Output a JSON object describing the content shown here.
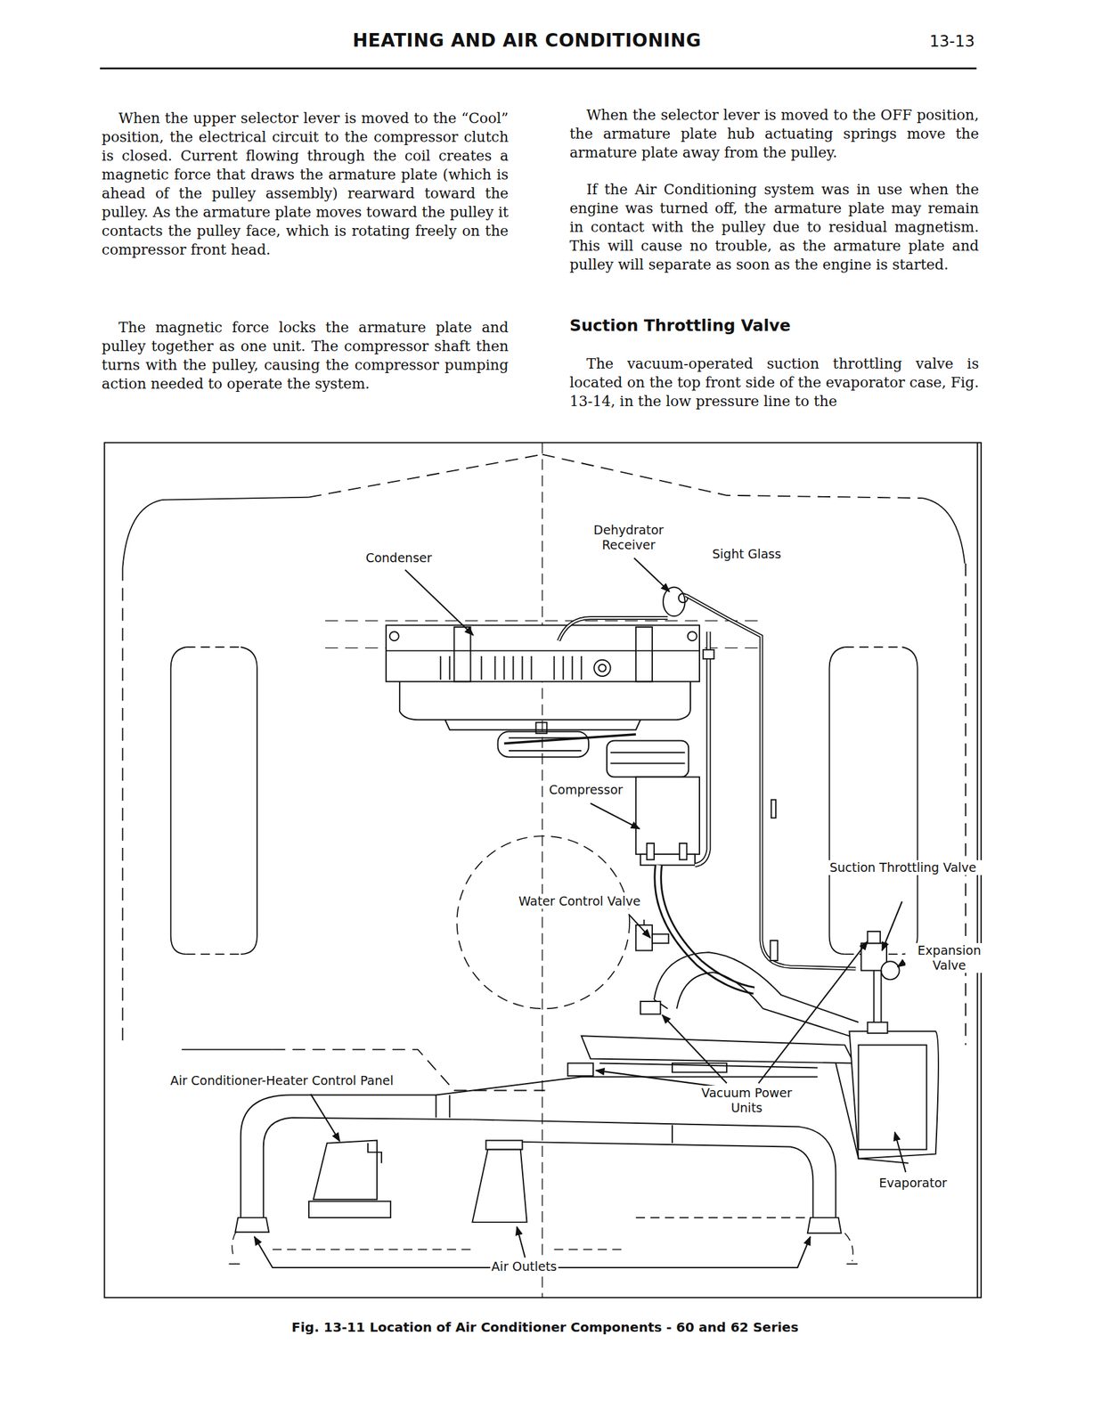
{
  "diagram": {
    "title": "HEATING AND AIR CONDITIONING",
    "caption": "Fig. 13-11 Location of Air Conditioner Components - 60 and 62 Series",
    "labels": [
      "13-13",
      "When the upper selector lever is moved to the “Cool” position, the electrical circuit to the compressor clutch is closed. Current flowing through the coil creates a magnetic force that draws the armature plate (which is ahead of the pulley assembly) rearward toward the pulley. As the armature plate moves toward the pulley it contacts the pulley face, which is rotating freely on the compressor front head.",
      "The magnetic force locks the armature plate and pulley together as one unit. The compressor shaft then turns with the pulley, causing the compressor pumping action needed to operate the system.",
      "When the selector lever is moved to the OFF position, the armature plate hub actuating springs move the armature plate away from the pulley.",
      "If the Air Conditioning system was in use when the engine was turned off, the armature plate may remain in contact with the pulley due to residual magnetism. This will cause no trouble, as the armature plate and pulley will separate as soon as the engine is started.",
      "Suction Throttling Valve",
      "The vacuum-operated suction throttling valve is located on the top front side of the evaporator case, Fig. 13-14, in the low pressure line to the",
      "Condenser",
      "Dehydrator Receiver",
      "Sight Glass",
      "Compressor",
      "Water Control Valve",
      "Suction Throttling Valve",
      "Expansion Valve",
      "Vacuum Power Units",
      "Evaporator",
      "Air Conditioner-Heater Control Panel",
      "Air Outlets"
    ]
  }
}
